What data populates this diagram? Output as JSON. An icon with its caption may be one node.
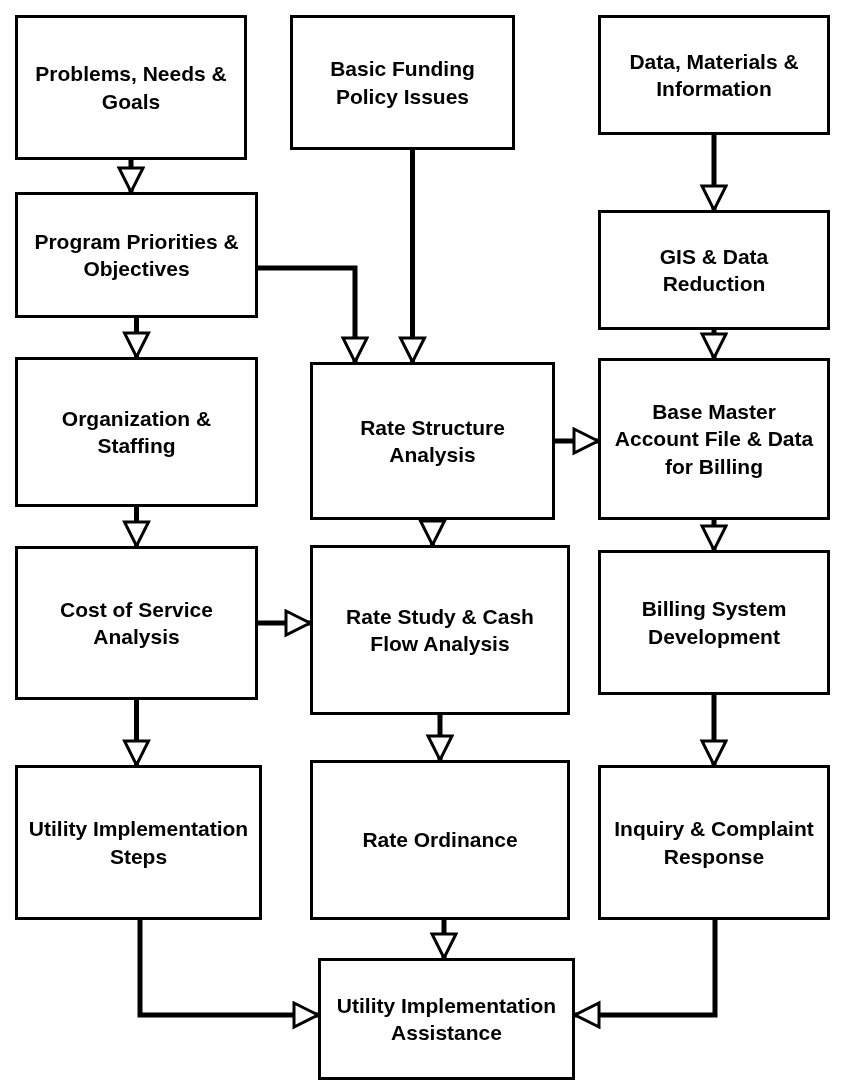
{
  "diagram": {
    "nodes": [
      {
        "text": [
          "Problems, Needs & Goals"
        ]
      },
      {
        "text": [
          "Basic Funding Policy Issues"
        ]
      },
      {
        "text": [
          "Data, Materials & Information"
        ]
      },
      {
        "text": [
          "Program Priorities & Objectives"
        ]
      },
      {
        "text": [
          "GIS & Data Reduction"
        ]
      },
      {
        "text": [
          "Organization & Staffing"
        ]
      },
      {
        "text": [
          "Rate Structure Analysis"
        ]
      },
      {
        "text": [
          "Base Master Account File & Data for Billing"
        ]
      },
      {
        "text": [
          "Cost of Service Analysis"
        ]
      },
      {
        "text": [
          "Rate Study & Cash Flow Analysis"
        ]
      },
      {
        "text": [
          "Billing System Development"
        ]
      },
      {
        "text": [
          "Utility Implementation Steps"
        ]
      },
      {
        "text": [
          "Rate Ordinance"
        ]
      },
      {
        "text": [
          "Inquiry & Complaint Response"
        ]
      },
      {
        "text": [
          "Utility Implementation Assistance"
        ]
      }
    ],
    "edges": [
      {
        "from": 0,
        "to": 3,
        "arrow": "to"
      },
      {
        "from": 3,
        "to": 5,
        "arrow": "to"
      },
      {
        "from": 5,
        "to": 8,
        "arrow": "to"
      },
      {
        "from": 8,
        "to": 11,
        "arrow": "to"
      },
      {
        "from": 3,
        "to": 6,
        "arrow": "to"
      },
      {
        "from": 1,
        "to": 6,
        "arrow": "to"
      },
      {
        "from": 2,
        "to": 4,
        "arrow": "to"
      },
      {
        "from": 4,
        "to": 7,
        "arrow": "to"
      },
      {
        "from": 6,
        "to": 7,
        "arrow": "to"
      },
      {
        "from": 6,
        "to": 9,
        "arrow": "to"
      },
      {
        "from": 8,
        "to": 9,
        "arrow": "to"
      },
      {
        "from": 7,
        "to": 10,
        "arrow": "to"
      },
      {
        "from": 9,
        "to": 12,
        "arrow": "to"
      },
      {
        "from": 10,
        "to": 13,
        "arrow": "to"
      },
      {
        "from": 12,
        "to": 14,
        "arrow": "to"
      },
      {
        "from": 11,
        "to": 14,
        "arrow": "to"
      },
      {
        "from": 13,
        "to": 14,
        "arrow": "to"
      }
    ]
  }
}
